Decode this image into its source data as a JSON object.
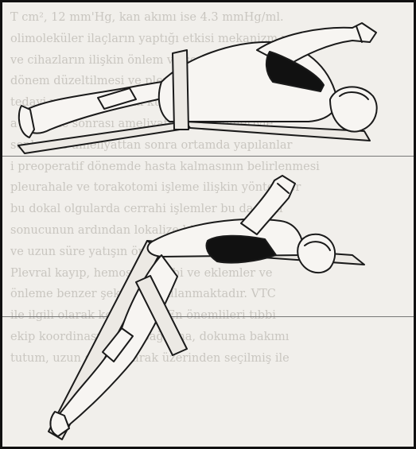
{
  "background_text": [
    "T cm², 12 mm'Hg, kan akımı ise 4.3 mmHg/ml.",
    "olimoleküler ilaçların yaptığı etkisi mekanizm ve",
    "ve cihazların ilişkin önlem ve sonuçlar renklerle",
    "dönem düzeltilmesi ve plevral efüzyon ön ile",
    "tedavi ve tedavi olarak kullanılabilir alternatif",
    "a girişime sonrası ameliyathane nedenleriyle",
    "sonları ile ameliyattan sonra ortamda yapılanlar",
    "i preoperatif dönemde hasta kalmasının belirlenmesi",
    "pleurahale ve torakotomi işleme ilişkin yöntemler",
    "bu dokal olgularda cerrahi işlemler bu da ilgili",
    "sonucunun ardından lokalize bir değerlendirme",
    "ve uzun süre yatışın önemini hastalık ile belirtilmesi",
    "Plevral kayıp, hemostaz, tıbbi ve eklemler ve",
    "önleme benzer şekilde uygulanmaktadır. VTC",
    "ile ilgili olarak konusudur. En önemlileri tıbbi",
    "ekip koordinasyonunu sağlama, dokuma bakımı",
    "tutum, uzun süreli olarak üzerinden seçilmiş ile"
  ],
  "figures": [
    {
      "name": "lateral-decubitus-figure-top"
    },
    {
      "name": "lateral-decubitus-figure-bottom"
    }
  ]
}
